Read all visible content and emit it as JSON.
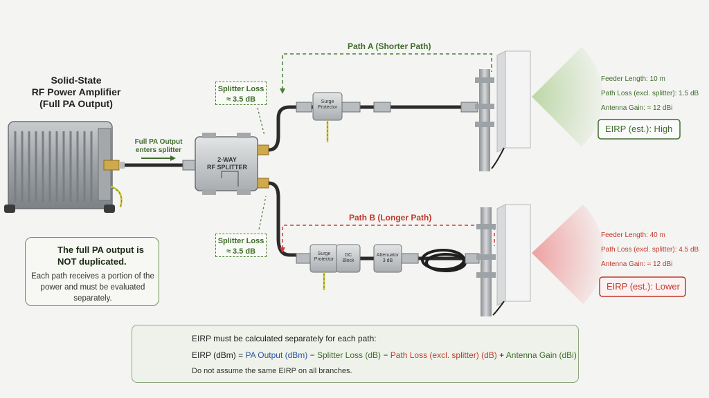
{
  "amplifier": {
    "title_line1": "Solid-State",
    "title_line2": "RF Power Amplifier",
    "title_line3": "(Full PA Output)"
  },
  "input_label": {
    "line1": "Full PA Output",
    "line2": "enters splitter"
  },
  "splitter": {
    "line1": "2-WAY",
    "line2": "RF SPLITTER"
  },
  "splitter_loss_top": {
    "line1": "Splitter Loss",
    "line2": "≈ 3.5 dB"
  },
  "splitter_loss_bottom": {
    "line1": "Splitter Loss",
    "line2": "≈ 3.5 dB"
  },
  "path_a": {
    "label": "Path A (Shorter Path)",
    "surge_line1": "Surge",
    "surge_line2": "Protector",
    "feeder_length": "Feeder Length: 10 m",
    "path_loss": "Path Loss (excl. splitter): 1.5 dB",
    "antenna_gain": "Antenna Gain: ≈ 12 dBi",
    "eirp": "EIRP (est.): High"
  },
  "path_b": {
    "label": "Path B (Longer Path)",
    "surge_line1": "Surge",
    "surge_line2": "Protector",
    "dc_line1": "DC",
    "dc_line2": "Block",
    "att_line1": "Attenuator",
    "att_line2": "3 dB",
    "feeder_length": "Feeder Length: 40 m",
    "path_loss": "Path Loss (excl. splitter): 4.5 dB",
    "antenna_gain": "Antenna Gain: ≈ 12 dBi",
    "eirp": "EIRP (est.): Lower"
  },
  "note": {
    "heading_line1": "The full PA output is",
    "heading_line2": "NOT duplicated.",
    "body": "Each path receives a portion of the power and must be evaluated separately."
  },
  "formula": {
    "heading": "EIRP must be calculated separately for each path:",
    "prefix": "EIRP (dBm) = ",
    "term1": "PA Output (dBm)",
    "minus1": " − ",
    "term2": "Splitter Loss (dB)",
    "minus2": " − ",
    "term3": "Path Loss (excl. splitter) (dB)",
    "plus": " + ",
    "term4": "Antenna Gain (dBi)",
    "footer": "Do not assume the same EIRP on all branches."
  },
  "colors": {
    "green": "#3f6b2c",
    "red": "#c0392b",
    "blue": "#2a55a0",
    "beam_green": "#8fbf6a",
    "beam_red": "#e9686a"
  },
  "icons": [
    "check-icon",
    "scales-icon",
    "ground-icon"
  ]
}
